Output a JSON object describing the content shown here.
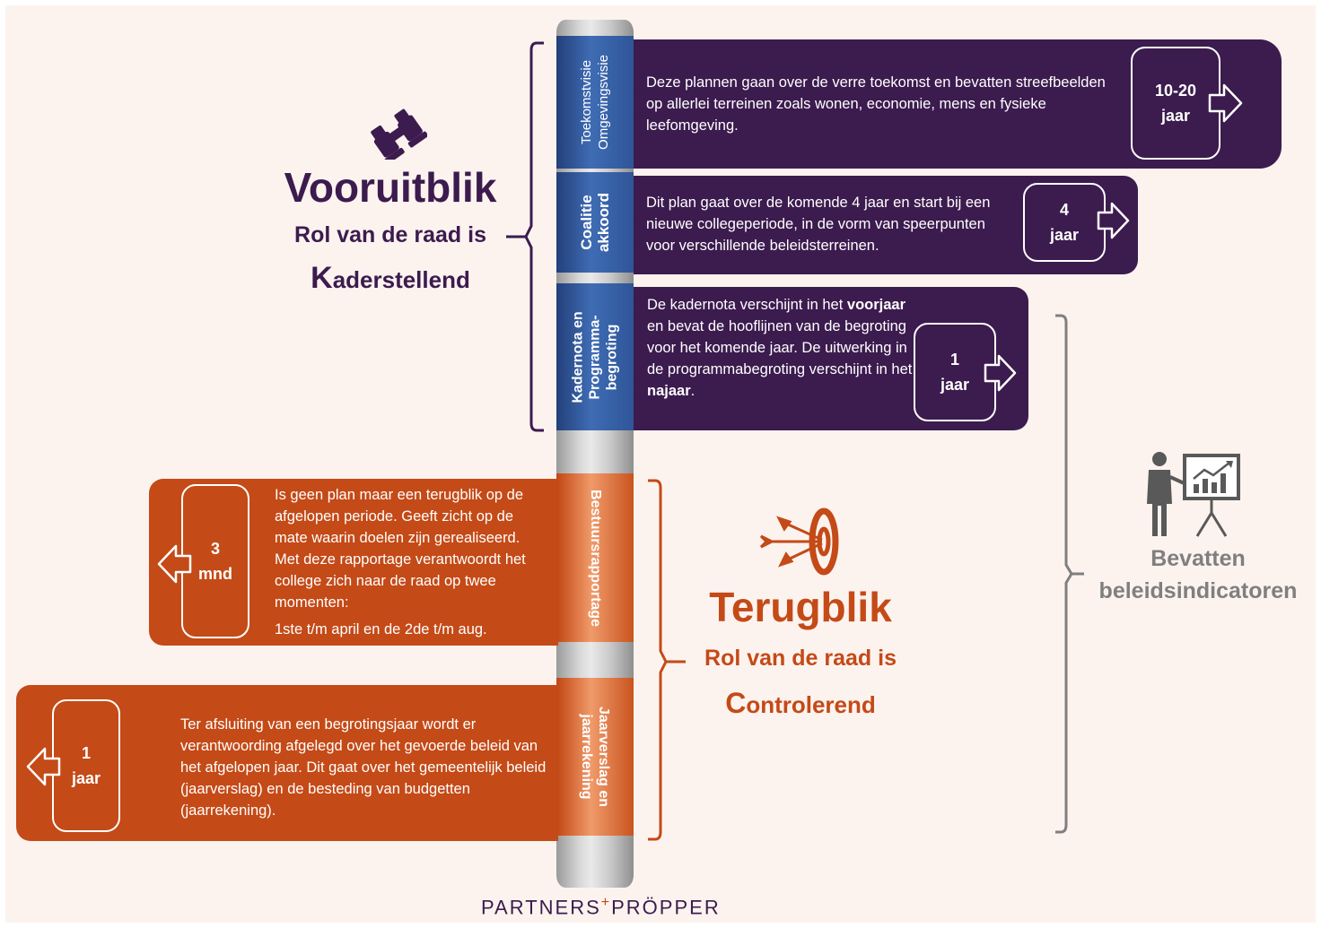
{
  "vooruitblik": {
    "title": "Vooruitblik",
    "subtitle": "Rol van de raad is",
    "role_initial": "K",
    "role_rest": "aderstellend"
  },
  "terugblik": {
    "title": "Terugblik",
    "subtitle": "Rol van de raad is",
    "role_initial": "C",
    "role_rest": "ontrolerend"
  },
  "indicators": {
    "line1": "Bevatten",
    "line2": "beleidsindicatoren"
  },
  "segments": {
    "visie": {
      "line1": "Toekomstvisie",
      "line2": "Omgevingsvisie"
    },
    "coalitie": {
      "line1": "Coalitie",
      "line2": "akkoord"
    },
    "kadernota": {
      "line1": "Kadernota en",
      "line2": "Programma-",
      "line3": "begroting"
    },
    "bestuurs": {
      "line1": "Bestuursrapportage"
    },
    "jaarverslag": {
      "line1": "Jaarverslag en",
      "line2": "jaarrekening"
    }
  },
  "banners": {
    "visie": {
      "text": "Deze plannen gaan over de verre toekomst en bevatten streefbeelden op allerlei terreinen zoals wonen, economie, mens en fysieke leefomgeving.",
      "period_value": "10-20",
      "period_unit": "jaar"
    },
    "coalitie": {
      "text": "Dit plan gaat over de komende 4 jaar en start bij een nieuwe collegeperiode, in de vorm van speerpunten voor verschillende beleidsterreinen.",
      "period_value": "4",
      "period_unit": "jaar"
    },
    "kadernota": {
      "text_a": "De kadernota verschijnt in het",
      "text_b": "voorjaar",
      "text_c": "en bevat de hooflijnen van de begroting voor het komende jaar. De uitwerking in de programmabegroting verschijnt in het",
      "text_d": "najaar",
      "text_e": ".",
      "period_value": "1",
      "period_unit": "jaar"
    },
    "bestuurs": {
      "text": "Is geen plan maar een terugblik op de afgelopen periode. Geeft zicht op de mate waarin doelen zijn gerealiseerd. Met deze rapportage verantwoordt het college zich naar de raad op twee momenten:",
      "text2": "1ste t/m april en de 2de t/m aug.",
      "period_value": "3",
      "period_unit": "mnd"
    },
    "jaarverslag": {
      "text": "Ter afsluiting van een begrotingsjaar wordt er verantwoording afgelegd over het gevoerde beleid van het afgelopen jaar. Dit gaat over het gemeentelijk beleid (jaarverslag) en de besteding van budgetten (jaarrekening).",
      "period_value": "1",
      "period_unit": "jaar"
    }
  },
  "logo": {
    "part1": "PARTNERS",
    "plus": "+",
    "part2": "PRÖPPER"
  },
  "colors": {
    "purple": "#3c1b4e",
    "orange": "#c44a17",
    "blue": "#2f5597",
    "grey": "#7f7f7f",
    "background": "#fcf3ef"
  },
  "icons": {
    "vooruitblik": "binoculars-icon",
    "terugblik": "target-arrows-icon",
    "indicators": "presenter-chart-icon"
  }
}
